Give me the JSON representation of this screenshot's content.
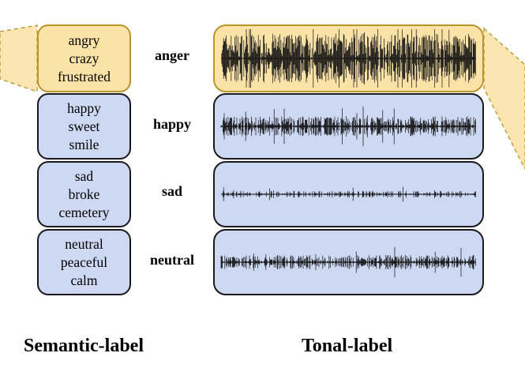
{
  "rows": [
    {
      "id": "anger",
      "words": [
        "angry",
        "crazy",
        "frustrated"
      ],
      "emotion": "anger",
      "highlighted": true,
      "amplitude": 0.85,
      "density": 1.0
    },
    {
      "id": "happy",
      "words": [
        "happy",
        "sweet",
        "smile"
      ],
      "emotion": "happy",
      "highlighted": false,
      "amplitude": 0.35,
      "density": 0.8
    },
    {
      "id": "sad",
      "words": [
        "sad",
        "broke",
        "cemetery"
      ],
      "emotion": "sad",
      "highlighted": false,
      "amplitude": 0.12,
      "density": 0.5
    },
    {
      "id": "neutral",
      "words": [
        "neutral",
        "peaceful",
        "calm"
      ],
      "emotion": "neutral",
      "highlighted": false,
      "amplitude": 0.25,
      "density": 0.7
    }
  ],
  "footer": {
    "semantic_label": "Semantic-label",
    "tonal_label": "Tonal-label"
  },
  "colors": {
    "highlight_fill": "#fbe3a8",
    "highlight_border": "#b8942c",
    "box_fill": "#cdd8f2",
    "box_border": "#1a1a1a",
    "waveform": "#111111"
  }
}
